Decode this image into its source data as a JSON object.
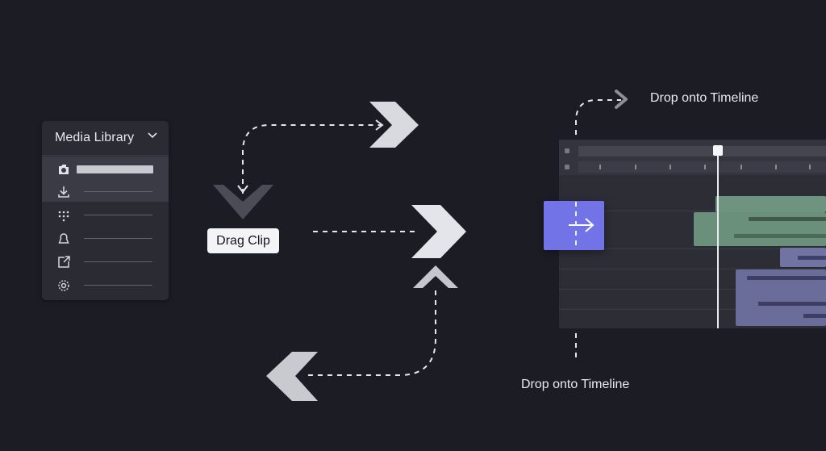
{
  "media_library": {
    "title": "Media Library",
    "items": [
      {
        "icon": "camera-icon",
        "selected": true
      },
      {
        "icon": "download-icon",
        "selected": false
      },
      {
        "icon": "dots-grid-icon",
        "selected": false
      },
      {
        "icon": "pin-icon",
        "selected": false
      },
      {
        "icon": "export-icon",
        "selected": false
      },
      {
        "icon": "settings-icon",
        "selected": false
      }
    ]
  },
  "drag_label": "Drag Clip",
  "captions": {
    "top": "Drop onto Timeline",
    "bottom": "Drop onto Timeline"
  },
  "colors": {
    "background": "#1c1d24",
    "panel": "#2b2c33",
    "drag_block": "#7373e8",
    "clip_green": "#6e9480",
    "clip_purple": "#6d6f9c",
    "chevron": "#d9dadf"
  }
}
